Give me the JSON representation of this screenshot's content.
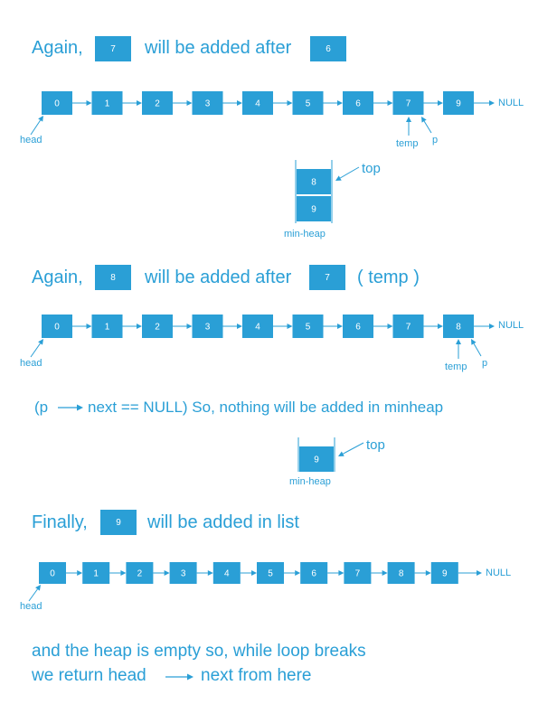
{
  "colors": {
    "accent": "#2a9fd6",
    "text_on_accent": "#ffffff"
  },
  "section1": {
    "prefix": "Again,",
    "new_value": "7",
    "middle": "will be added after",
    "after_value": "6",
    "list": [
      "0",
      "1",
      "2",
      "3",
      "4",
      "5",
      "6",
      "7",
      "9"
    ],
    "null_label": "NULL",
    "head_label": "head",
    "temp_label": "temp",
    "p_label": "p",
    "heap": [
      "8",
      "9"
    ],
    "top_label": "top",
    "heap_label": "min-heap"
  },
  "section2": {
    "prefix": "Again,",
    "new_value": "8",
    "middle": "will be added after",
    "after_value": "7",
    "suffix": "( temp )",
    "list": [
      "0",
      "1",
      "2",
      "3",
      "4",
      "5",
      "6",
      "7",
      "8"
    ],
    "null_label": "NULL",
    "head_label": "head",
    "temp_label": "temp",
    "p_label": "p",
    "condition_open": "(p",
    "condition_rest": "next == NULL)  So, nothing will be added in minheap",
    "heap": [
      "9"
    ],
    "top_label": "top",
    "heap_label": "min-heap"
  },
  "section3": {
    "prefix": "Finally,",
    "new_value": "9",
    "middle": "will be added in list",
    "list": [
      "0",
      "1",
      "2",
      "3",
      "4",
      "5",
      "6",
      "7",
      "8",
      "9"
    ],
    "null_label": "NULL",
    "head_label": "head"
  },
  "footer": {
    "line1": "and the heap is empty so, while loop breaks",
    "line2_start": "we return head",
    "line2_end": "next from here"
  }
}
